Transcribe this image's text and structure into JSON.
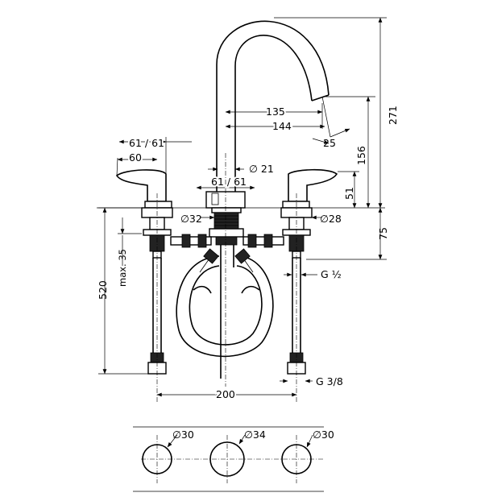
{
  "dimensions": {
    "d_135": "135",
    "d_144": "144",
    "d_25": "25",
    "d_61_61_left": "61 / 61",
    "d_60": "60",
    "d_dia21": "∅ 21",
    "d_61_61_center": "61 / 61",
    "d_dia32": "∅32",
    "d_dia28": "∅28",
    "d_271": "271",
    "d_156": "156",
    "d_51": "51",
    "d_75": "75",
    "d_520": "520",
    "d_max35": "max. 35",
    "d_g12": "G ½",
    "d_g38": "G 3/8",
    "d_200": "200",
    "d_dia30_left": "∅30",
    "d_dia34": "∅34",
    "d_dia30_right": "∅30"
  }
}
